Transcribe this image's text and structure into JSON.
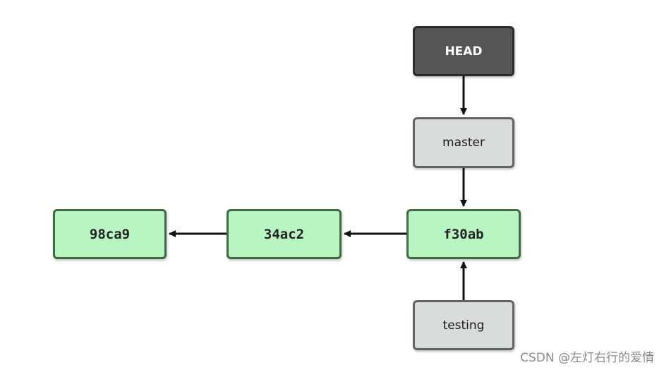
{
  "commits": [
    {
      "id": "98ca9"
    },
    {
      "id": "34ac2"
    },
    {
      "id": "f30ab"
    }
  ],
  "pointers": {
    "head": "HEAD",
    "master": "master",
    "testing": "testing"
  },
  "watermark": "CSDN @左灯右行的爱情",
  "colors": {
    "commit_fill": "#b9f5c3",
    "commit_border": "#3e6b44",
    "branch_fill": "#dadcdb",
    "branch_border": "#5f6462",
    "head_fill": "#555555",
    "arrow": "#111111"
  }
}
